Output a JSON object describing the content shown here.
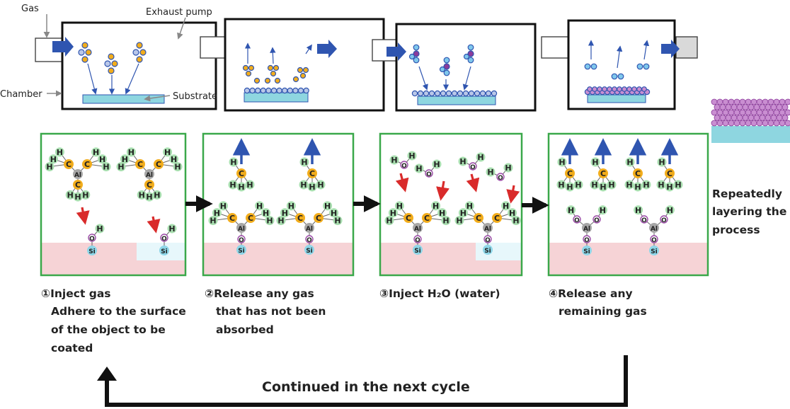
{
  "labels": {
    "gas": "Gas",
    "exhaust_pump": "Exhaust pump",
    "chamber": "Chamber",
    "substrate": "Substrate"
  },
  "steps": [
    {
      "title": "①Inject gas",
      "lines": [
        "Adhere to the surface",
        "of the object to be",
        "coated"
      ]
    },
    {
      "title": "②Release any gas",
      "lines": [
        "that has not been",
        "absorbed"
      ]
    },
    {
      "title": "③Inject H₂O (water)",
      "lines": []
    },
    {
      "title": "④Release any",
      "lines": [
        "remaining gas"
      ]
    }
  ],
  "side_caption": [
    "Repeatedly",
    "layering the",
    "process"
  ],
  "cycle_caption": "Continued in the next cycle",
  "atoms": {
    "h": "H",
    "c": "C",
    "al": "Al",
    "o": "O",
    "si": "Si"
  },
  "colors": {
    "panel_border": "#3aa84a",
    "surface": "#f6d3d6",
    "surface_light": "#e7f7fb",
    "arrow_blue": "#2f55b0",
    "arrow_red": "#d92b2b",
    "substrate": "#8ed6e0",
    "h_atom": "#a9dfb0",
    "c_atom": "#f2ad1c",
    "al_atom": "#a7a7a7",
    "o_atom": "#d9a0dc",
    "si_atom": "#8ed6e8",
    "gas_mol": "#f2ad1c",
    "water_mol": "#7fc7ec",
    "layer_mol": "#c98ed1"
  }
}
